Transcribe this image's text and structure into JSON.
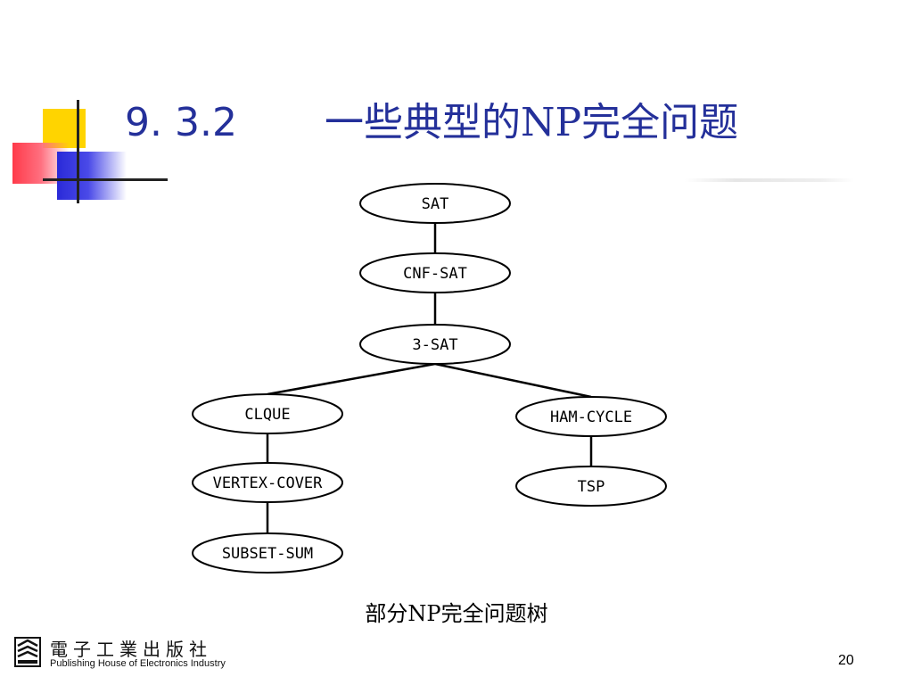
{
  "slide": {
    "title_number": "9. 3.2",
    "title_text": "一些典型的NP完全问题",
    "caption": "部分NP完全问题树",
    "page_number": "20"
  },
  "publisher": {
    "name_cn": "電子工業出版社",
    "name_en": "Publishing House of Electronics Industry"
  },
  "tree": {
    "nodes": [
      {
        "id": "sat",
        "label": "SAT"
      },
      {
        "id": "cnf-sat",
        "label": "CNF-SAT"
      },
      {
        "id": "3-sat",
        "label": "3-SAT"
      },
      {
        "id": "clque",
        "label": "CLQUE"
      },
      {
        "id": "vertex-cover",
        "label": "VERTEX-COVER"
      },
      {
        "id": "subset-sum",
        "label": "SUBSET-SUM"
      },
      {
        "id": "ham-cycle",
        "label": "HAM-CYCLE"
      },
      {
        "id": "tsp",
        "label": "TSP"
      }
    ],
    "edges": [
      [
        "sat",
        "cnf-sat"
      ],
      [
        "cnf-sat",
        "3-sat"
      ],
      [
        "3-sat",
        "clque"
      ],
      [
        "3-sat",
        "ham-cycle"
      ],
      [
        "clque",
        "vertex-cover"
      ],
      [
        "vertex-cover",
        "subset-sum"
      ],
      [
        "ham-cycle",
        "tsp"
      ]
    ]
  }
}
